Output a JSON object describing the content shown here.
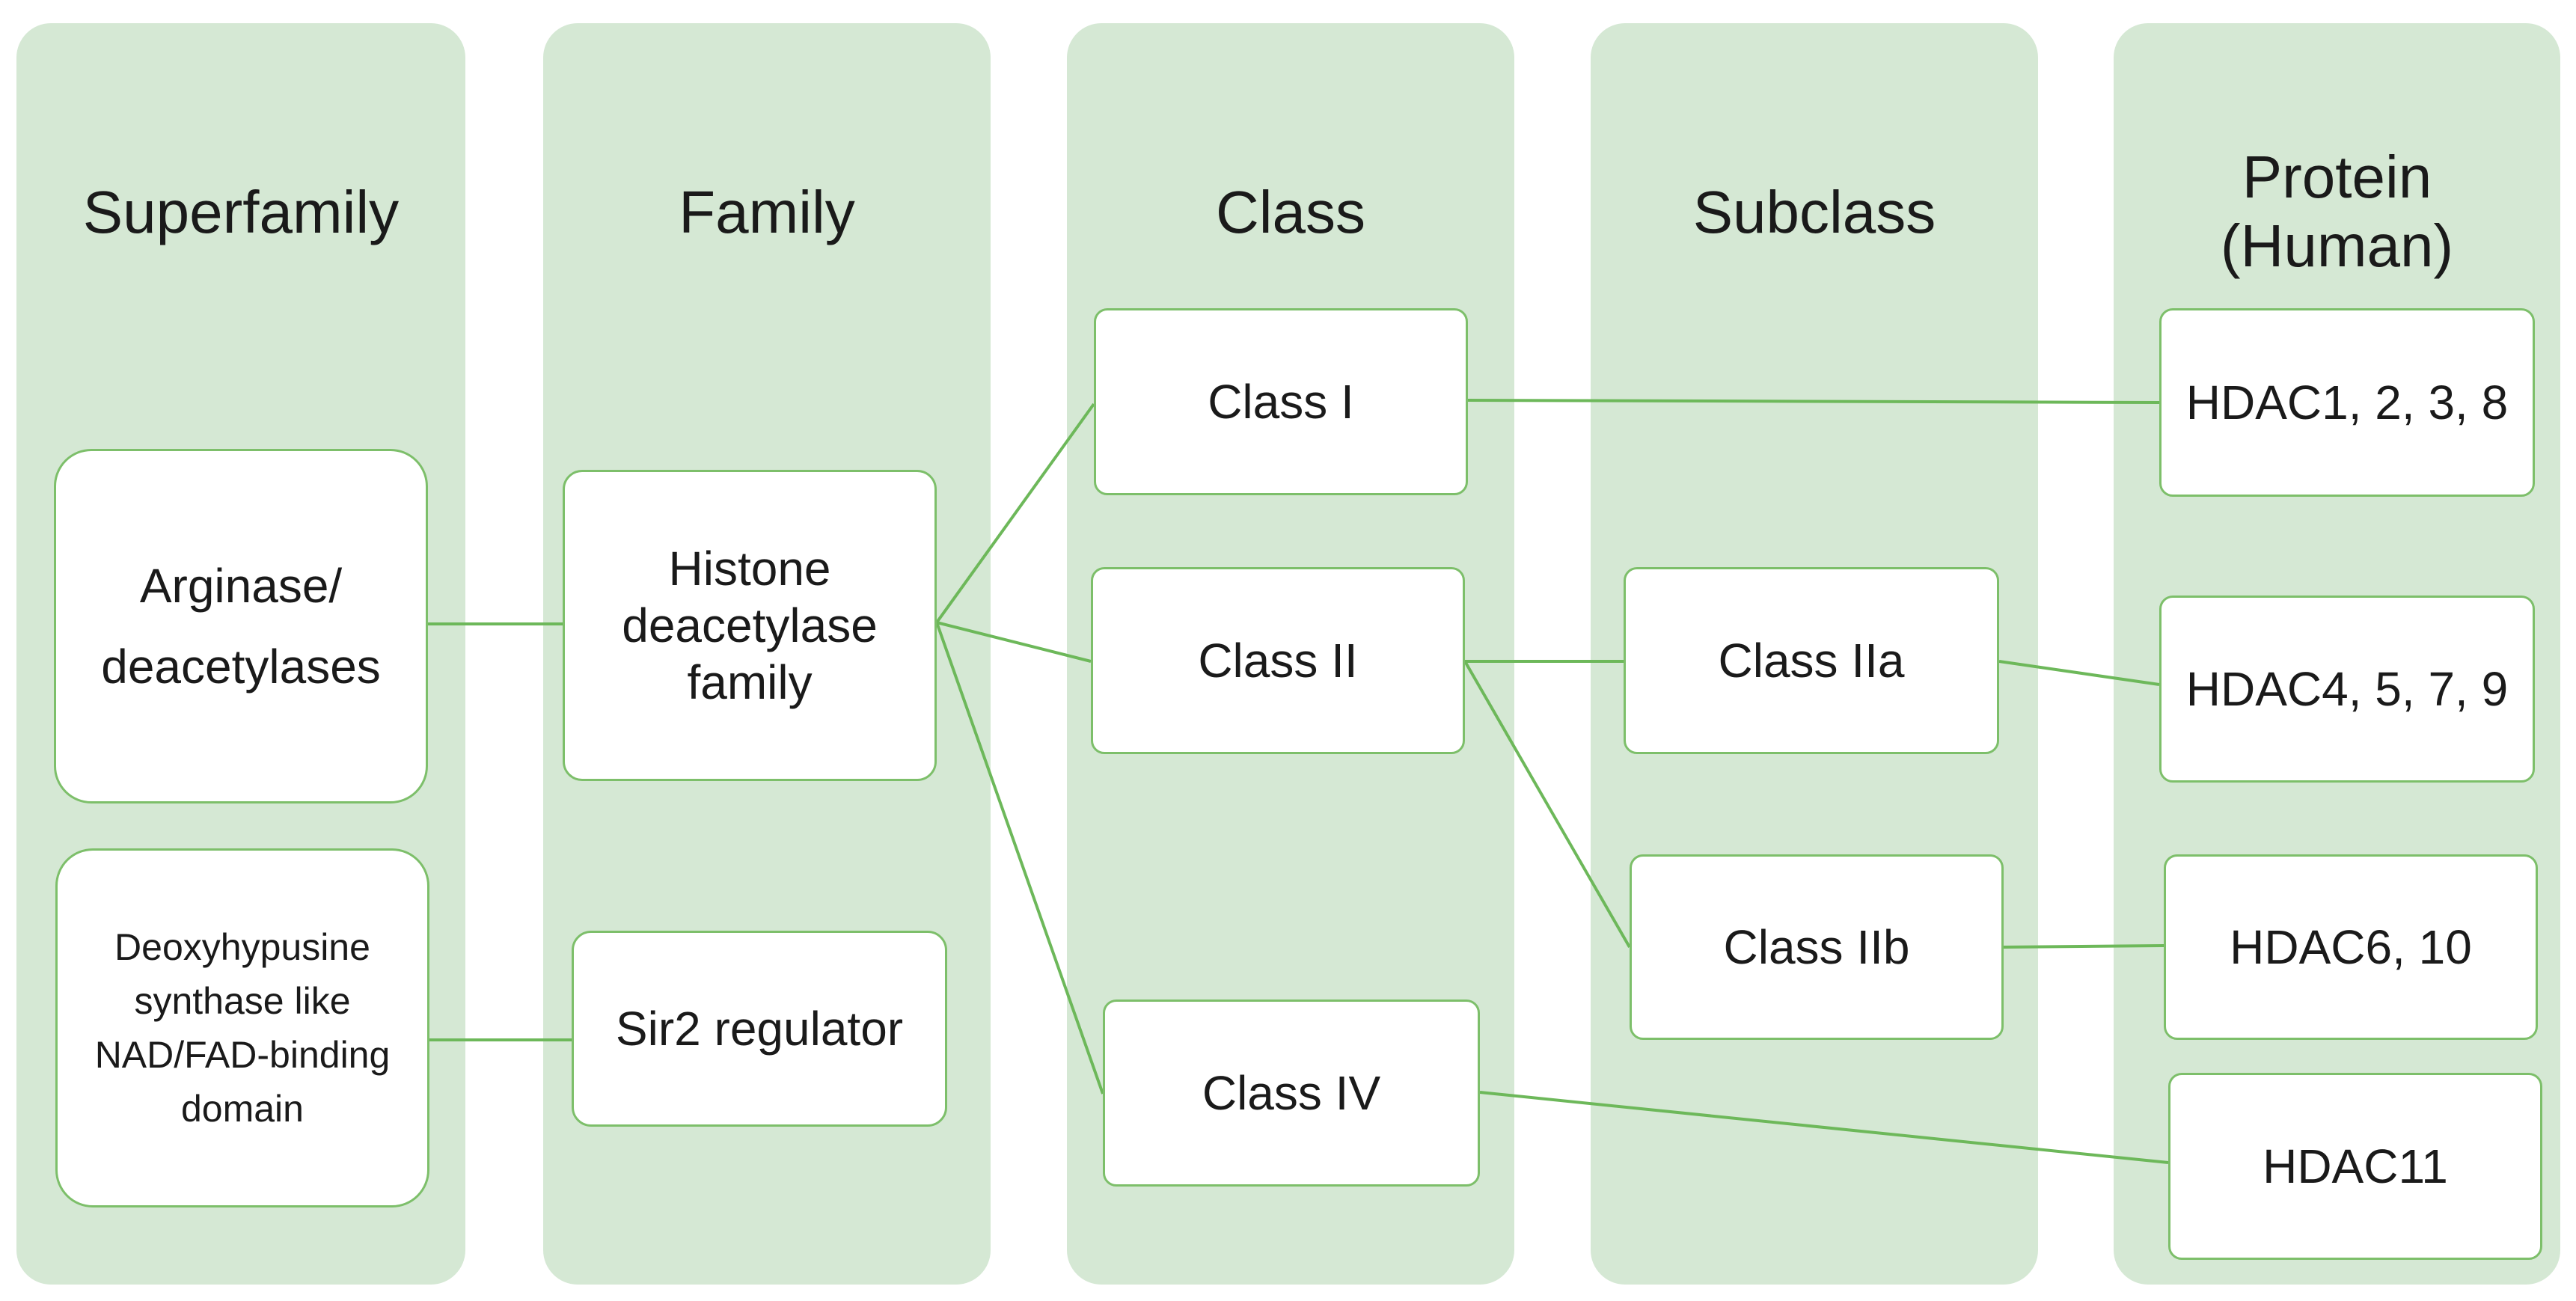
{
  "columns": {
    "superfamily": "Superfamily",
    "family": "Family",
    "class": "Class",
    "subclass": "Subclass",
    "protein": "Protein\n(Human)"
  },
  "nodes": {
    "arginase": "Arginase/\ndeacetylases",
    "deoxyhypusine": "Deoxyhypusine\nsynthase  like\nNAD/FAD-binding\ndomain",
    "hdac_family": "Histone\ndeacetylase\nfamily",
    "sir2": "Sir2 regulator",
    "class_i": "Class I",
    "class_ii": "Class II",
    "class_iv": "Class IV",
    "class_iia": "Class IIa",
    "class_iib": "Class IIb",
    "hdac_1238": "HDAC1, 2, 3, 8",
    "hdac_4579": "HDAC4, 5, 7, 9",
    "hdac_610": "HDAC6,  10",
    "hdac_11": "HDAC11"
  },
  "colors": {
    "column_fill": "#d5e8d4",
    "node_border": "#7dbf6a",
    "connector": "#6db85a"
  }
}
